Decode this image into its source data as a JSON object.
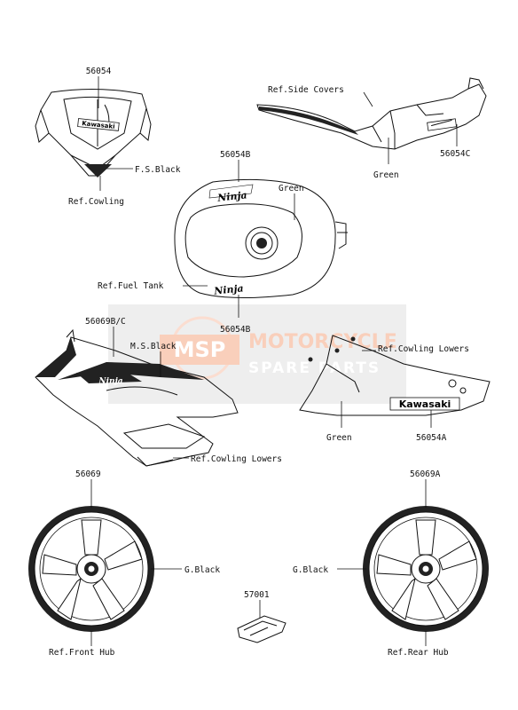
{
  "labels": {
    "windscreen_part": "56054",
    "fs_black": "F.S.Black",
    "ref_cowling": "Ref.Cowling",
    "ref_side_covers": "Ref.Side Covers",
    "tail_part": "56054C",
    "green_tail": "Green",
    "tank_part_top": "56054B",
    "green_tank": "Green",
    "ref_fuel_tank": "Ref.Fuel Tank",
    "tank_part_bottom": "56054B",
    "side_cowl_part": "56069B/C",
    "ms_black": "M.S.Black",
    "ref_cowling_lowers_left": "Ref.Cowling Lowers",
    "ref_cowling_lowers_right": "Ref.Cowling Lowers",
    "green_lower": "Green",
    "lower_part": "56054A",
    "front_wheel_part": "56069",
    "g_black_front": "G.Black",
    "ref_front_hub": "Ref.Front Hub",
    "rear_wheel_part": "56069A",
    "g_black_rear": "G.Black",
    "ref_rear_hub": "Ref.Rear Hub",
    "clip_part": "57001"
  },
  "decals": {
    "kawasaki_text": "Kawasaki",
    "ninja_text": "Ninja"
  },
  "watermark": {
    "logo": "MSP",
    "line1": "MOTORCYCLE",
    "line2": "SPARE PARTS"
  }
}
